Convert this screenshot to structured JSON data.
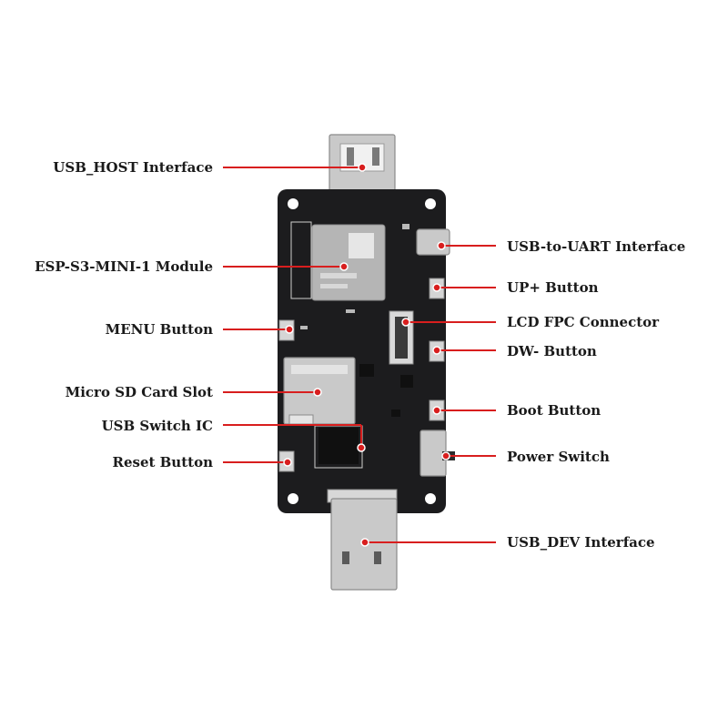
{
  "colors": {
    "accent": "#d81e1e",
    "pcb": "#1c1c1e",
    "text": "#1a1a1a"
  },
  "callouts": {
    "usb_host": "USB_HOST Interface",
    "esp_module": "ESP-S3-MINI-1 Module",
    "menu_button": "MENU Button",
    "sd_slot": "Micro SD Card Slot",
    "usb_switch_ic": "USB Switch IC",
    "reset_button": "Reset Button",
    "usb_uart": "USB-to-UART Interface",
    "up_button": "UP+ Button",
    "lcd_fpc": "LCD FPC Connector",
    "dw_button": "DW- Button",
    "boot_button": "Boot Button",
    "power_switch": "Power Switch",
    "usb_dev": "USB_DEV Interface"
  }
}
